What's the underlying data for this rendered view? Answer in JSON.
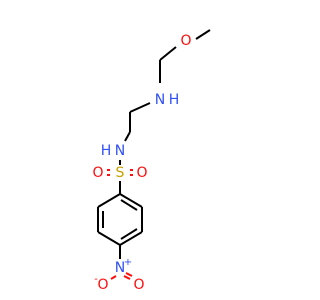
{
  "molecule": {
    "atoms": {
      "methoxy_oxygen": "O",
      "amine_nitrogen": "N",
      "amine_hydrogen": "H",
      "sulfonamide_nitrogen": "N",
      "sulfonamide_hydrogen": "H",
      "sulfur": "S",
      "sulfonyl_oxygen_left": "O",
      "sulfonyl_oxygen_right": "O",
      "nitro_nitrogen": "N",
      "nitro_nitrogen_charge": "+",
      "nitro_oxygen_left": "O",
      "nitro_oxygen_left_charge": "-",
      "nitro_oxygen_right": "O"
    },
    "colors": {
      "carbon_bond": "#000000",
      "oxygen": "#ff0d0d",
      "nitrogen": "#3050f8",
      "sulfur": "#c8a000"
    }
  }
}
